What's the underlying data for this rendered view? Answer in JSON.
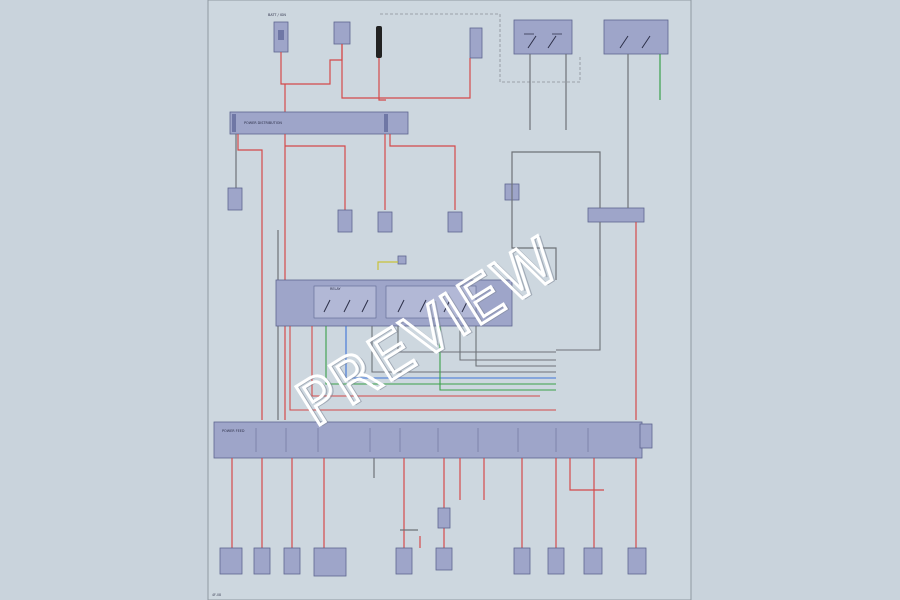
{
  "watermark": "PREVIEW",
  "colors": {
    "background": "#c9d3dc",
    "sheet": "#cdd7df",
    "component_fill": "#9ea5c9",
    "component_stroke": "#5e658f",
    "wire_red": "#d44a4a",
    "wire_gray": "#6e7278",
    "wire_green": "#3aa04a",
    "wire_blue": "#3f74d8",
    "wire_yellow": "#c8c23a"
  },
  "labels": {
    "top_left_component": "BATT / IGN",
    "power_bus": "POWER DISTRIBUTION",
    "relay_box": "RELAY",
    "gateway_bus": "POWER FEED",
    "page_ref": "4F-08"
  }
}
